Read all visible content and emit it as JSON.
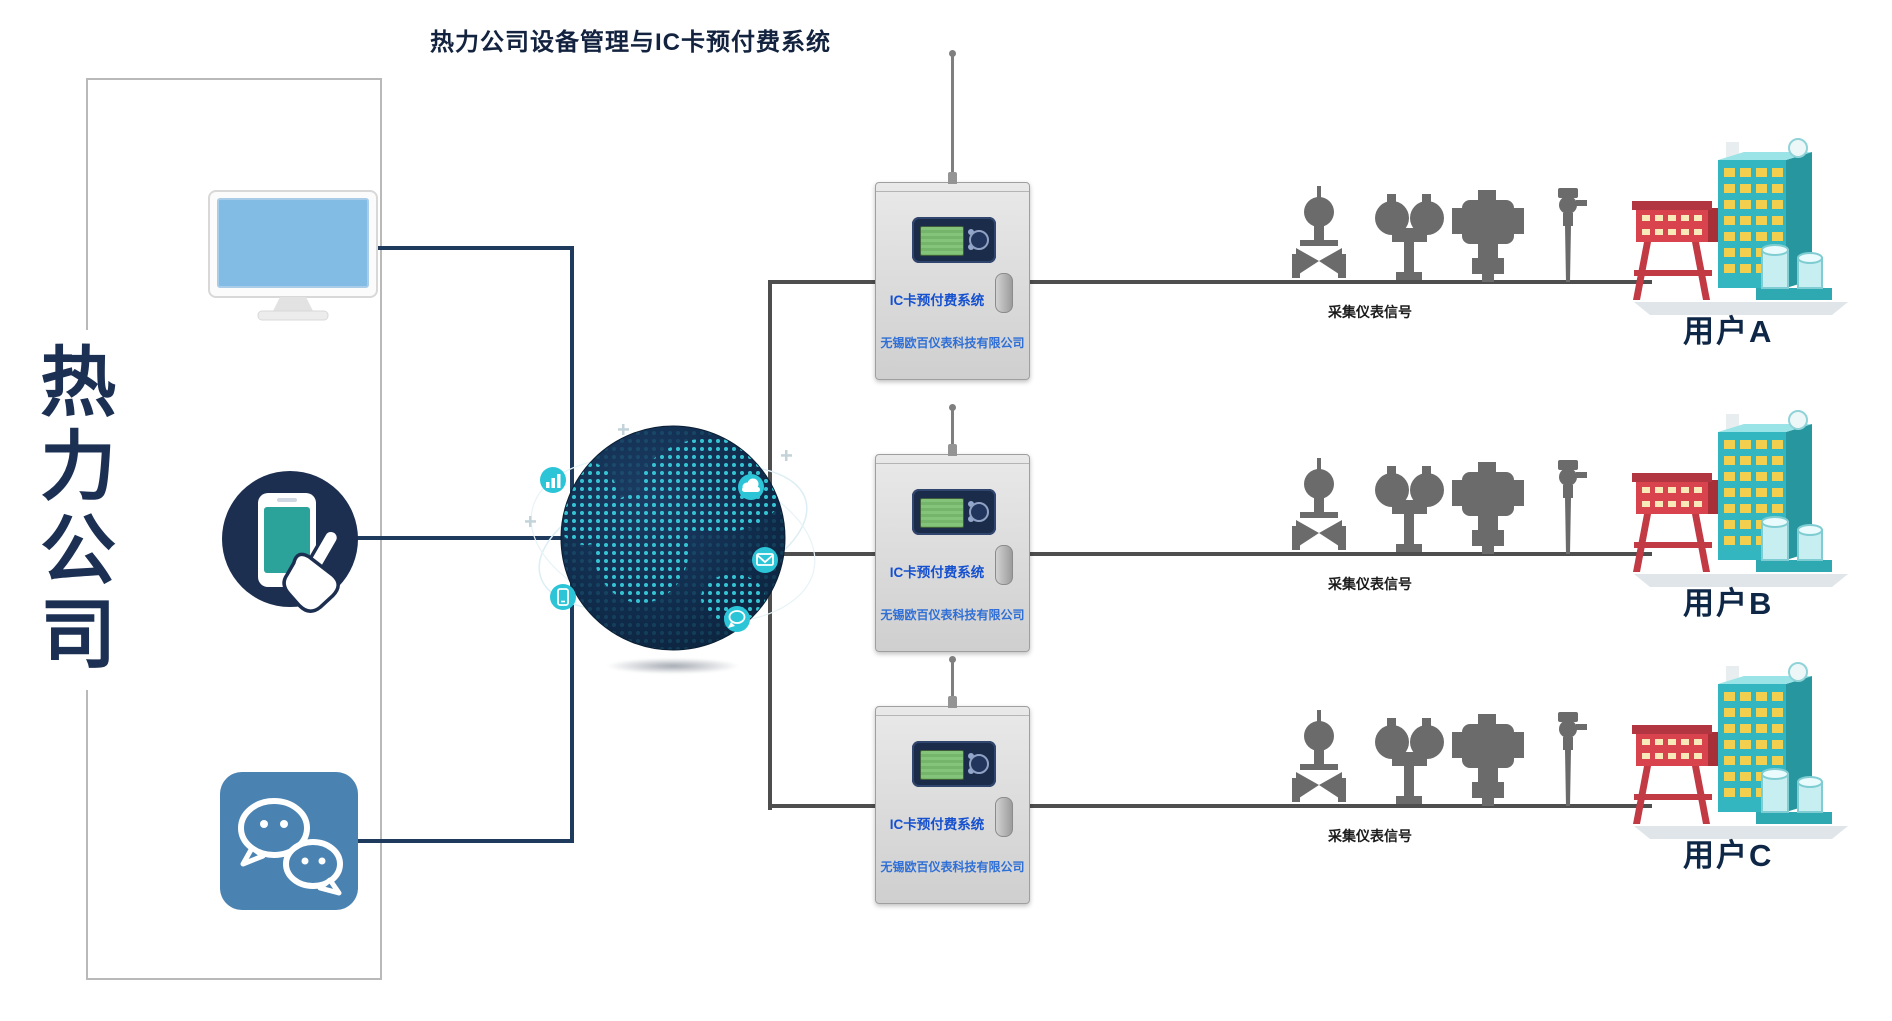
{
  "title": "热力公司设备管理与IC卡预付费系统",
  "company": {
    "label": "热力公司"
  },
  "source_icons": [
    {
      "name": "desktop-monitor"
    },
    {
      "name": "mobile-phone-touch"
    },
    {
      "name": "wechat"
    }
  ],
  "network": {
    "globe_badges": [
      "chart-icon",
      "cloud-icon",
      "mail-icon",
      "app-icon",
      "chat-icon"
    ]
  },
  "rows": [
    {
      "device_label": "IC卡预付费系统",
      "device_company": "无锡欧百仪表科技有限公司",
      "signal_label": "采集仪表信号",
      "user_label": "用户A"
    },
    {
      "device_label": "IC卡预付费系统",
      "device_company": "无锡欧百仪表科技有限公司",
      "signal_label": "采集仪表信号",
      "user_label": "用户B"
    },
    {
      "device_label": "IC卡预付费系统",
      "device_company": "无锡欧百仪表科技有限公司",
      "signal_label": "采集仪表信号",
      "user_label": "用户C"
    }
  ],
  "colors": {
    "navy_text": "#1c3054",
    "line_navy": "#1e3a5c",
    "line_gray": "#4e4e4e",
    "device_label_blue": "#1550cf",
    "device_company_blue": "#2f6fd6",
    "lcd_green": "#7cbd72",
    "screen_blue": "#82bbe4",
    "wechat_blue": "#4a82b2",
    "badge_teal": "#2cc5d8",
    "factory_teal": "#34b6c0",
    "factory_red": "#d8434d",
    "window_yellow": "#f2cf4e",
    "instrument_gray": "#6b6b6b"
  }
}
